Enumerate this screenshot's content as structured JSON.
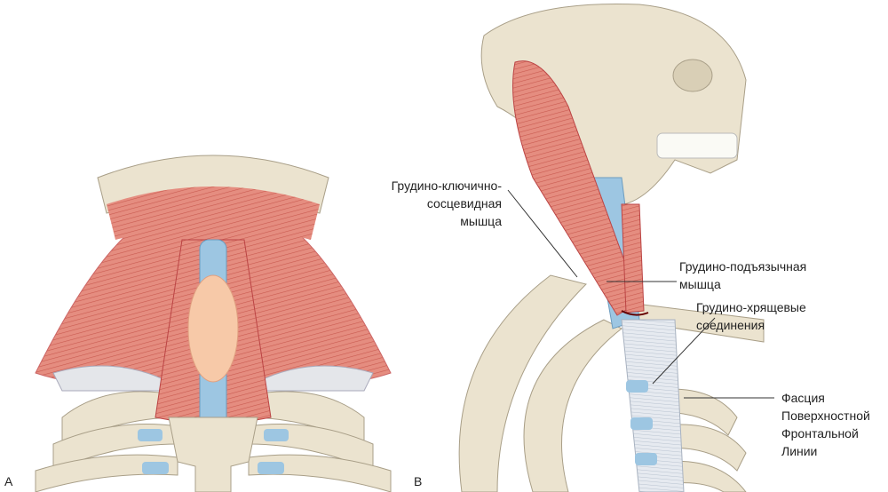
{
  "panels": {
    "a": "A",
    "b": "B"
  },
  "labels": {
    "scm": [
      "Грудино-ключично-",
      "сосцевидная",
      "мышца"
    ],
    "sternohyoid": [
      "Грудино-подъязычная",
      "мышца"
    ],
    "sternochondral": [
      "Грудино-хрящевые",
      "соединения"
    ],
    "fascia": [
      "Фасция",
      "Поверхностной",
      "Фронтальной",
      "Линии"
    ]
  },
  "colors": {
    "bone": "#ebe3cf",
    "muscle": "#e27a6e",
    "cartilage": "#9dc6e2",
    "fascia": "#dfe4ea"
  }
}
